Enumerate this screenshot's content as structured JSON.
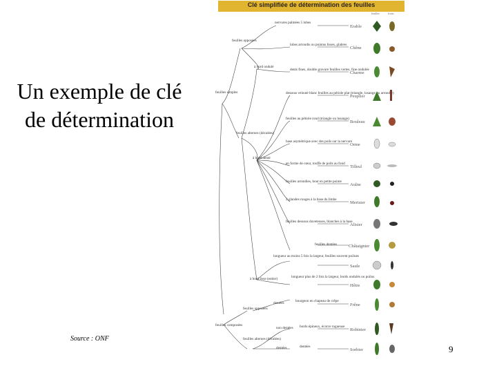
{
  "slide": {
    "title": "Un exemple de clé de détermination",
    "source": "Source : ONF",
    "page_number": "9"
  },
  "figure": {
    "title": "Clé simplifiée de détermination des feuilles",
    "col_headers": [
      "feuilles",
      "fruits"
    ],
    "nodes": {
      "simples": "feuilles simples",
      "opposees": "feuilles opposées",
      "alternes": "feuilles alternes (décalées)",
      "dentees": "à bord denté",
      "ondule": "à bord ondulé",
      "lisse": "à bord lisse (entier)",
      "composees": "feuilles composées",
      "comp_opposees": "feuilles opposées",
      "comp_alternes": "feuilles alternes (décalées)"
    },
    "species": [
      {
        "name": "Erable",
        "key": "nervures palmées 5 lobes"
      },
      {
        "name": "Chêne",
        "key": "lobes arrondis ou pointus lisses, glabres"
      },
      {
        "name": "Charme",
        "key": "dents fines, double gravure feuilles vertes, fine ondulée"
      },
      {
        "name": "Peuplier",
        "key": "dessous velouté blanc feuilles au pétiole plat (triangle, losange ou arrondie)"
      },
      {
        "name": "Bouleau",
        "key": "feuilles au pétiole rond (triangle ou losange)"
      },
      {
        "name": "Orme",
        "key": "base asymétrique avec des poils sur la nervure"
      },
      {
        "name": "Tilleul",
        "key": "en forme de cœur, touffe de poils au fond"
      },
      {
        "name": "Aulne",
        "key": "feuilles arrondies, bout en petite pointe"
      },
      {
        "name": "Merisier",
        "key": "2 glandes rouges à la base du limbe"
      },
      {
        "name": "Alisier",
        "key": "feuilles dessous duveteuses, blanches à la base"
      },
      {
        "name": "Châtaignier",
        "key": "feuilles dentées"
      },
      {
        "name": "Saule",
        "key": "longueur au moins 5 fois la largeur, feuilles souvent poilues"
      },
      {
        "name": "Hêtre",
        "key": "longueur plus de 2 fois la largeur, bords ondulés ou poilus"
      },
      {
        "name": "Frêne",
        "key": "bourgeon en chapeau de crêpe"
      },
      {
        "name": "Robinier",
        "key": "bords épineux, écorce rugueuse"
      },
      {
        "name": "Sorbier",
        "key": "dentées"
      }
    ],
    "labels": {
      "dentees": "dentées",
      "non_dentees": "non dentées",
      "dentees2": "dentées"
    },
    "colors": {
      "title_bar": "#e2b530",
      "leaf_green": "#3f7a2a",
      "fruit_brown": "#7a4a22",
      "line": "#444444"
    }
  }
}
